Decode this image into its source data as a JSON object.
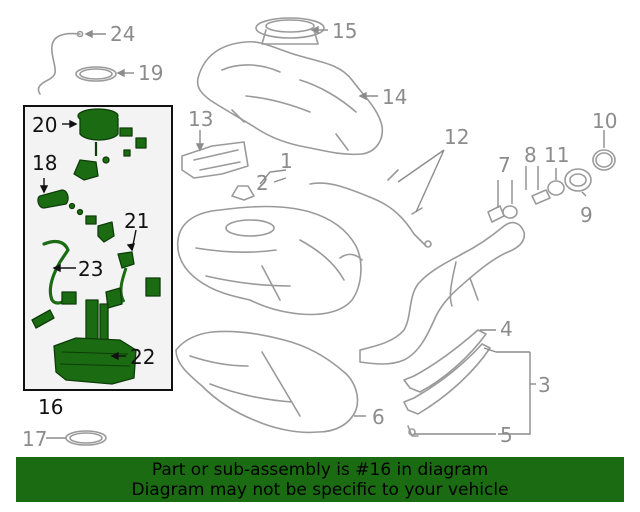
{
  "colors": {
    "outline": "#9a9a9a",
    "highlight": "#1a6b12",
    "highlight_dark": "#0d3d08",
    "label_gray": "#8c8c8c",
    "label_black": "#111111",
    "box_fill": "#f3f3f3",
    "banner_bg": "#1a6b12"
  },
  "callouts": {
    "c1": "1",
    "c2": "2",
    "c3": "3",
    "c4": "4",
    "c5": "5",
    "c6": "6",
    "c7": "7",
    "c8": "8",
    "c9": "9",
    "c10": "10",
    "c11": "11",
    "c12": "12",
    "c13": "13",
    "c14": "14",
    "c15": "15",
    "c16": "16",
    "c17": "17",
    "c18": "18",
    "c19": "19",
    "c20": "20",
    "c21": "21",
    "c22": "22",
    "c23": "23",
    "c24": "24"
  },
  "banner": {
    "line1": "Part or sub-assembly is #16 in diagram",
    "line2": "Diagram may not be specific to your vehicle"
  }
}
